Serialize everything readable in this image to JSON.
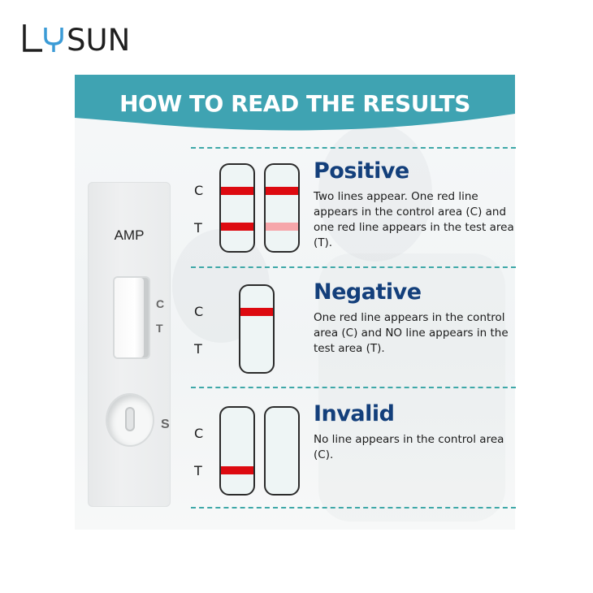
{
  "brand": {
    "logo_text": "LYSUN",
    "logo_color": "#1f1f1f",
    "accent_color": "#3b9bd6"
  },
  "banner": {
    "title": "HOW TO READ THE RESULTS",
    "color": "#3fa3b2"
  },
  "cassette": {
    "label": "AMP",
    "c_mark": "C",
    "t_mark": "T",
    "s_mark": "S"
  },
  "labels": {
    "c": "C",
    "t": "T"
  },
  "colors": {
    "line_red": "#dd0a10",
    "line_faint": "#f6a6aa",
    "title_blue": "#133f7b",
    "dash": "#3ea8a8"
  },
  "results": [
    {
      "title": "Positive",
      "description": "Two lines appear. One red line appears in the control area (C) and one red line appears in the test area (T)."
    },
    {
      "title": "Negative",
      "description": "One red line appears in the control area (C) and NO line appears in the test area (T)."
    },
    {
      "title": "Invalid",
      "description": "No line appears in the control area (C)."
    }
  ]
}
